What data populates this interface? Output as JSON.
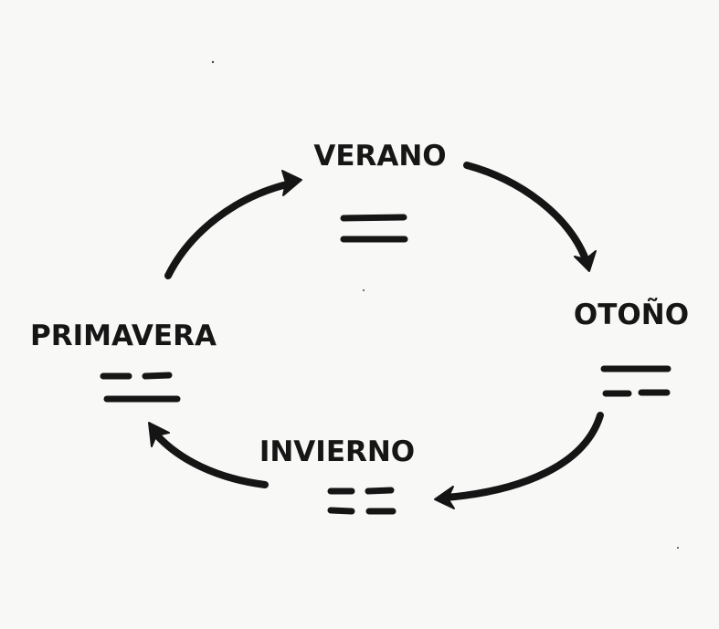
{
  "diagram": {
    "nodes": [
      {
        "id": "verano",
        "label": "VERANO"
      },
      {
        "id": "otono",
        "label": "OTOÑO"
      },
      {
        "id": "invierno",
        "label": "INVIERNO"
      },
      {
        "id": "primavera",
        "label": "PRIMAVERA"
      }
    ],
    "edges": [
      {
        "from": "primavera",
        "to": "verano"
      },
      {
        "from": "verano",
        "to": "otono"
      },
      {
        "from": "otono",
        "to": "invierno"
      },
      {
        "from": "invierno",
        "to": "primavera"
      }
    ],
    "colors": {
      "ink": "#151515",
      "paper": "#f8f8f6"
    }
  }
}
